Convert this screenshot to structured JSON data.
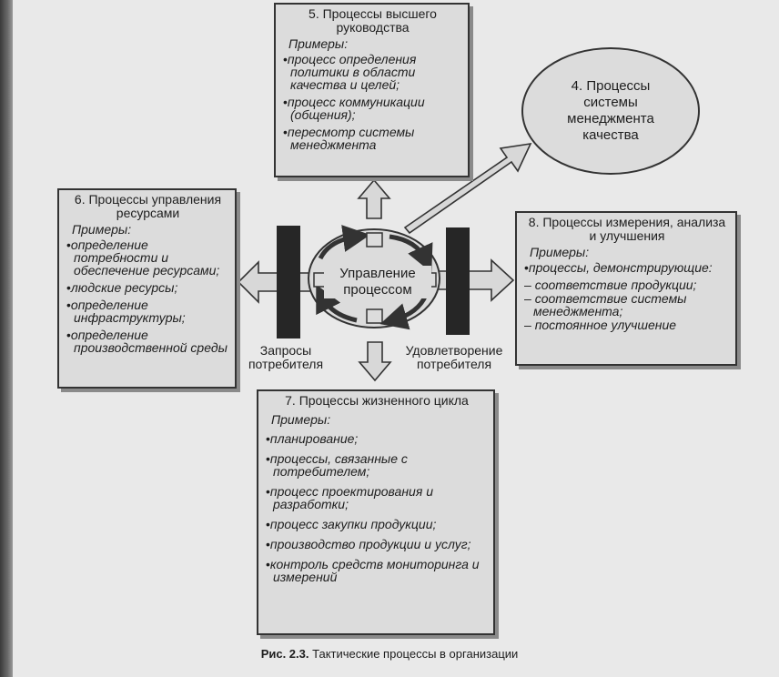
{
  "boxes": {
    "top_management": {
      "title": "5. Процессы высшего руководства",
      "examples_label": "Примеры:",
      "items": [
        "процесс определения политики в области качества и целей;",
        "процесс коммуникации (общения);",
        "пересмотр системы менеджмента"
      ]
    },
    "qms": {
      "title": "4. Процессы системы менеджмента качества"
    },
    "resources": {
      "title": "6. Процессы управления ресурсами",
      "examples_label": "Примеры:",
      "items": [
        "определение потребности и обеспечение ресурсами;",
        "людские ресурсы;",
        "определение инфраструктуры;",
        "определение производственной среды"
      ]
    },
    "measurement": {
      "title": "8. Процессы измерения, анализа и улучшения",
      "examples_label": "Примеры:",
      "lead_item": "процессы, демонстрирующие:",
      "items": [
        "соответствие продукции;",
        "соответствие системы менеджмента;",
        "постоянное улучшение"
      ]
    },
    "lifecycle": {
      "title": "7. Процессы жизненного цикла",
      "examples_label": "Примеры:",
      "items": [
        "планирование;",
        "процессы, связанные с потребителем;",
        "процесс проектирования и разработки;",
        "процесс закупки продукции;",
        "производство продукции и услуг;",
        "контроль средств мониторинга и измерений"
      ]
    }
  },
  "center": {
    "label": "Управление процессом"
  },
  "labels": {
    "requests": "Запросы потребителя",
    "satisfaction": "Удовлетворение потребителя"
  },
  "caption": {
    "prefix": "Рис. 2.3.",
    "text": "Тактические процессы в организации"
  }
}
